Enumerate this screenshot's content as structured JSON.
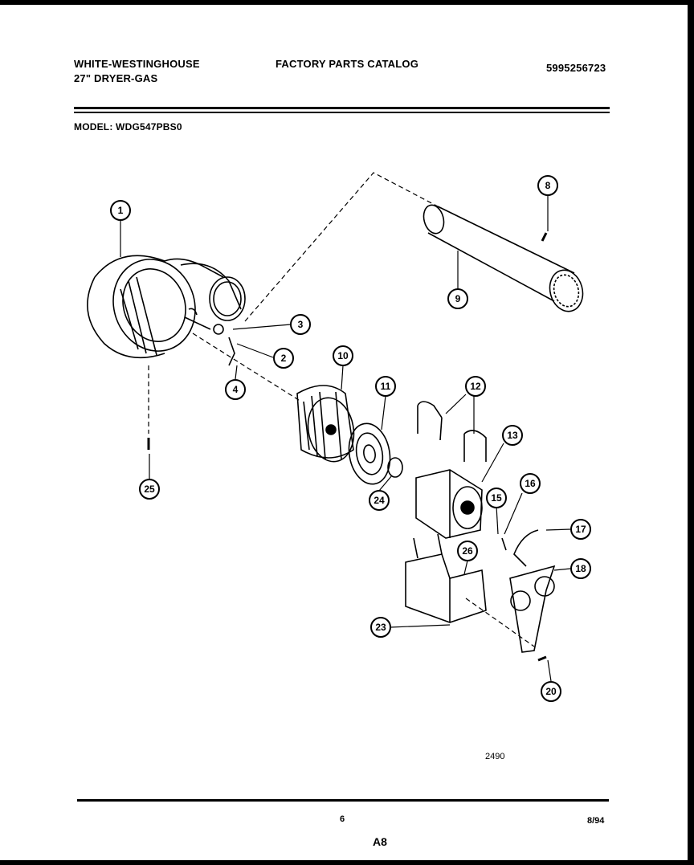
{
  "header": {
    "brand": "WHITE-WESTINGHOUSE",
    "product": "27\" DRYER-GAS",
    "catalog_title": "FACTORY PARTS CATALOG",
    "catalog_number": "5995256723",
    "model_label": "MODEL: WDG547PBS0"
  },
  "diagram": {
    "figure_id": "2490",
    "parts": [
      "1",
      "2",
      "3",
      "4",
      "8",
      "9",
      "10",
      "11",
      "12",
      "13",
      "15",
      "16",
      "17",
      "18",
      "20",
      "23",
      "24",
      "25",
      "26"
    ]
  },
  "footer": {
    "page_number": "6",
    "date": "8/94",
    "section": "A8"
  }
}
